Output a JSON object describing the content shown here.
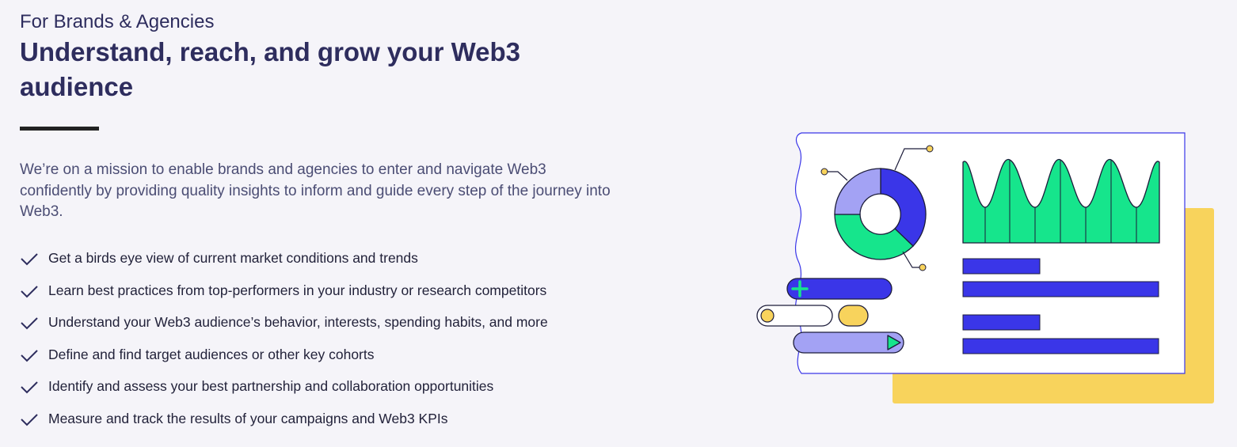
{
  "hero": {
    "eyebrow": "For Brands & Agencies",
    "headline": "Understand, reach, and grow your Web3 audience",
    "description": "We’re on a mission to enable brands and agencies to enter and navigate Web3 confidently by providing quality insights to inform and guide every step of the journey into Web3."
  },
  "benefits": [
    {
      "text": "Get a birds eye view of current market conditions and trends",
      "icon": "check-icon"
    },
    {
      "text": "Learn best practices from top-performers in your industry or research competitors",
      "icon": "check-icon"
    },
    {
      "text": "Understand your Web3 audience’s behavior, interests, spending habits, and more",
      "icon": "check-icon"
    },
    {
      "text": "Define and find target audiences or other key cohorts",
      "icon": "check-icon"
    },
    {
      "text": "Identify and assess your best partnership and collaboration opportunities",
      "icon": "check-icon"
    },
    {
      "text": "Measure and track the results of your campaigns and Web3 KPIs",
      "icon": "check-icon"
    }
  ],
  "colors": {
    "background": "#f5f4f9",
    "text_dark": "#2e2d5e",
    "accent_blue": "#3a36e8",
    "accent_green": "#16e58c",
    "accent_lavender": "#a3a2f4",
    "accent_yellow": "#f8d35c"
  }
}
